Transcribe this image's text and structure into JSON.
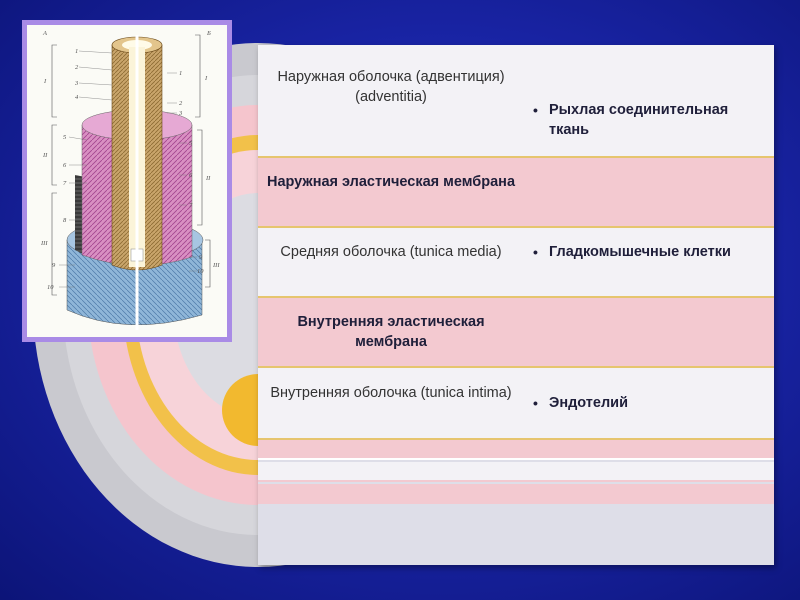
{
  "colors": {
    "background": "#1a25a8",
    "row_light": "#f3f2f6",
    "row_pink": "#f3c9d0",
    "separator": "#e6c56e",
    "arc_gold": "#f1c24a",
    "arc_pink": "#f5c9cf",
    "arc_gray": "#c8c8cc"
  },
  "table": {
    "rows": [
      {
        "left": "Наружная оболочка (адвентиция) (adventitia)",
        "right": "Рыхлая соединительная ткань",
        "style": "light"
      },
      {
        "left": "Наружная эластическая мембрана",
        "right": "",
        "style": "pink"
      },
      {
        "left": "Средняя оболочка (tunica media)",
        "right": "Гладкомышечные клетки",
        "style": "light"
      },
      {
        "left": "Внутренняя эластическая мембрана",
        "right": "",
        "style": "pink"
      },
      {
        "left": "Внутренняя оболочка (tunica intima)",
        "right": "Эндотелий",
        "style": "light"
      }
    ],
    "bullet": "•"
  },
  "figure": {
    "corner_labels": {
      "left": "А",
      "right": "Б"
    },
    "roman_left": [
      "I",
      "II",
      "III"
    ],
    "roman_right": [
      "I",
      "II",
      "III"
    ],
    "numbers_left": [
      "1",
      "2",
      "3",
      "4",
      "5",
      "6",
      "7",
      "8",
      "9",
      "10"
    ],
    "numbers_right": [
      "1",
      "2",
      "3",
      "5",
      "6",
      "7",
      "9",
      "10"
    ]
  }
}
